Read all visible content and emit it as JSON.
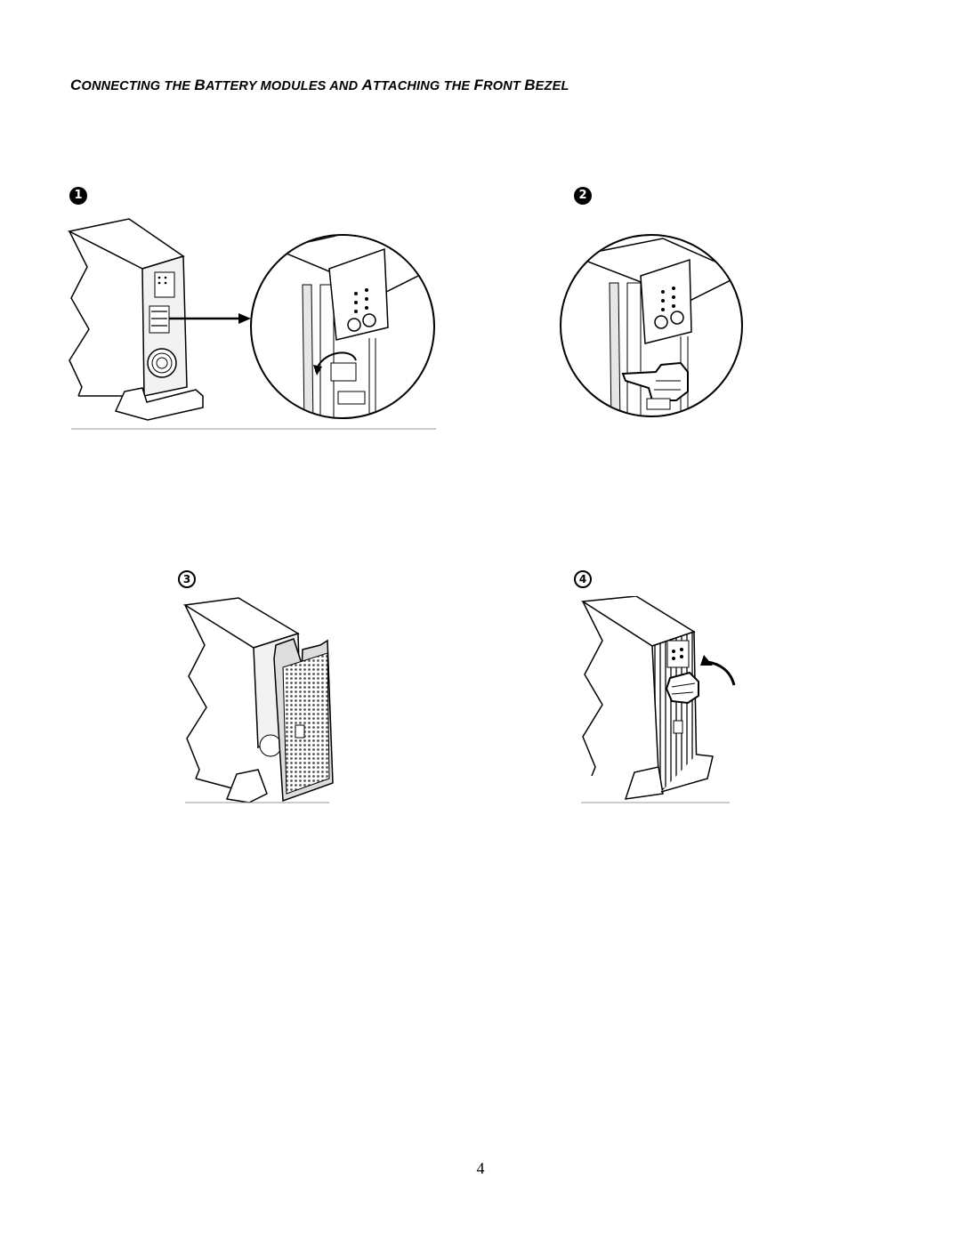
{
  "title": {
    "w1_cap": "C",
    "w1_rest": "ONNECTING THE ",
    "w2_cap": "B",
    "w2_rest": "ATTERY MODULES AND ",
    "w3_cap": "A",
    "w3_rest": "TTACHING THE ",
    "w4_cap": "F",
    "w4_rest": "RONT ",
    "w5_cap": "B",
    "w5_rest": "EZEL"
  },
  "steps": [
    "1",
    "2",
    "3",
    "4"
  ],
  "page_number": "4"
}
